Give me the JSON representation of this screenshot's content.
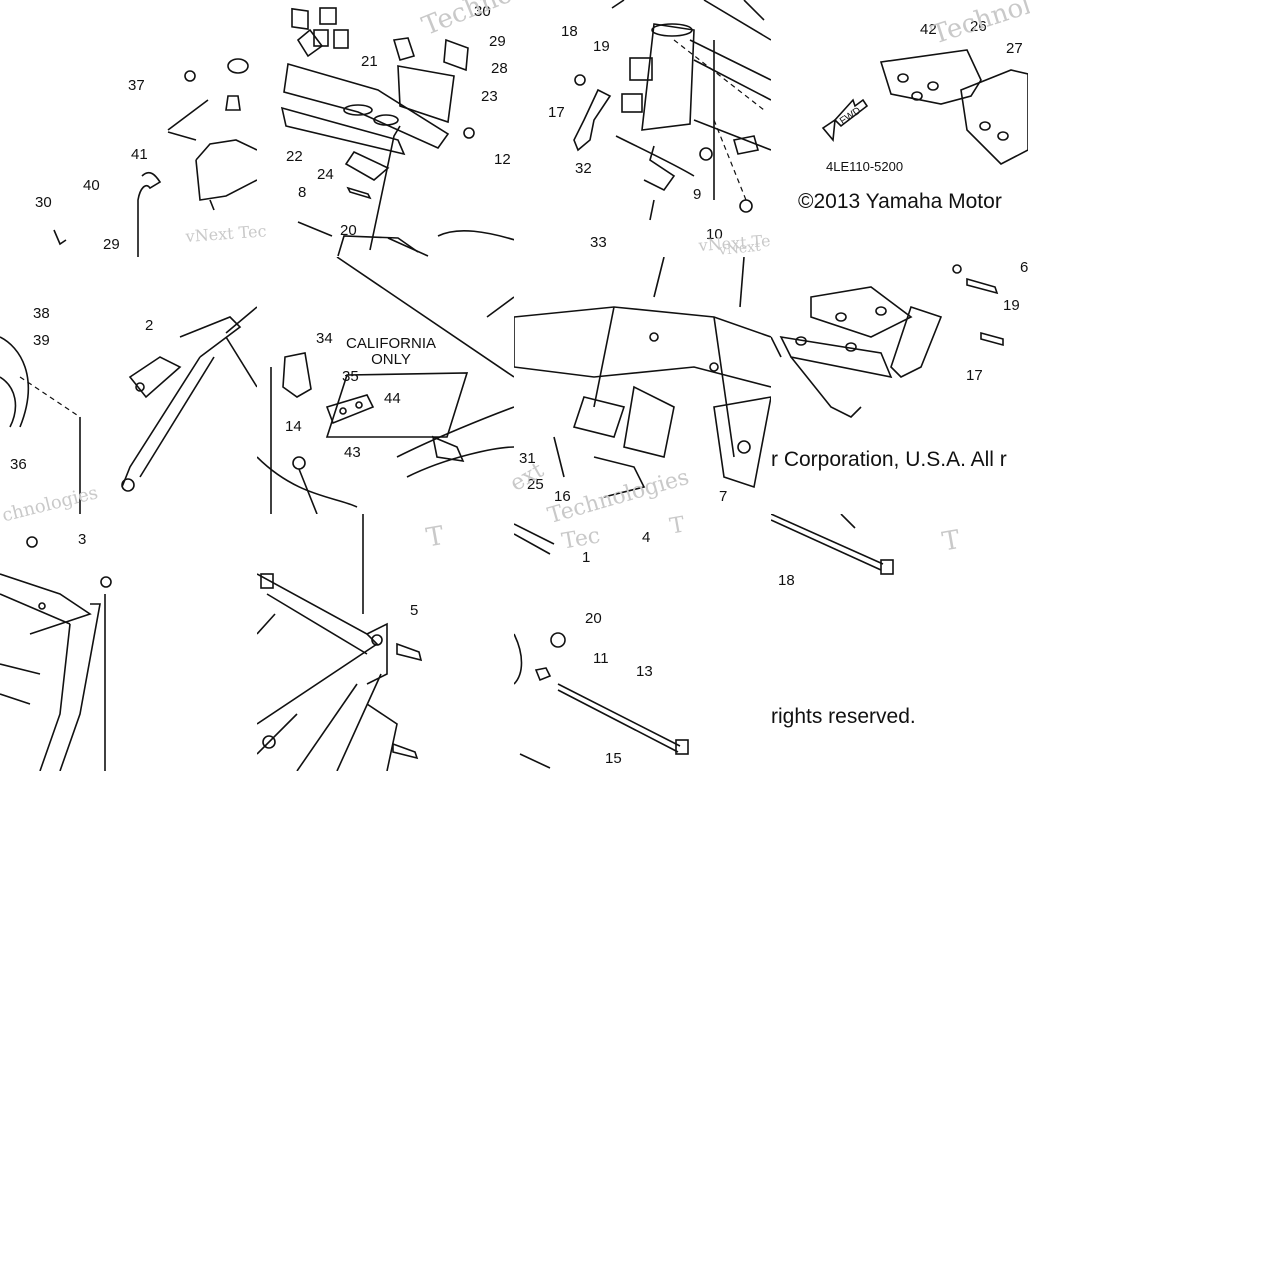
{
  "diagram": {
    "note": "CALIFORNIA\nONLY",
    "part_code": "4LE110-5200",
    "fwd_label": "FWD",
    "copyright_line1": "©2013 Yamaha Motor",
    "copyright_line2": "r Corporation, U.S.A. All r",
    "copyright_line3": "rights reserved.",
    "watermarks": [
      "Techno",
      "vNext Tec",
      "Technolog",
      "vNext Te",
      "chnologies",
      "vNext",
      "Technologies",
      "ext",
      "Tec",
      "T",
      "T",
      "T"
    ],
    "callouts": [
      "30",
      "29",
      "28",
      "21",
      "23",
      "22",
      "24",
      "12",
      "8",
      "20",
      "37",
      "41",
      "40",
      "30",
      "29",
      "18",
      "19",
      "17",
      "32",
      "9",
      "33",
      "10",
      "42",
      "26",
      "27",
      "38",
      "39",
      "2",
      "36",
      "34",
      "35",
      "44",
      "43",
      "14",
      "31",
      "25",
      "16",
      "4",
      "7",
      "6",
      "19",
      "17",
      "3",
      "5",
      "1",
      "20",
      "11",
      "13",
      "15",
      "18"
    ]
  }
}
